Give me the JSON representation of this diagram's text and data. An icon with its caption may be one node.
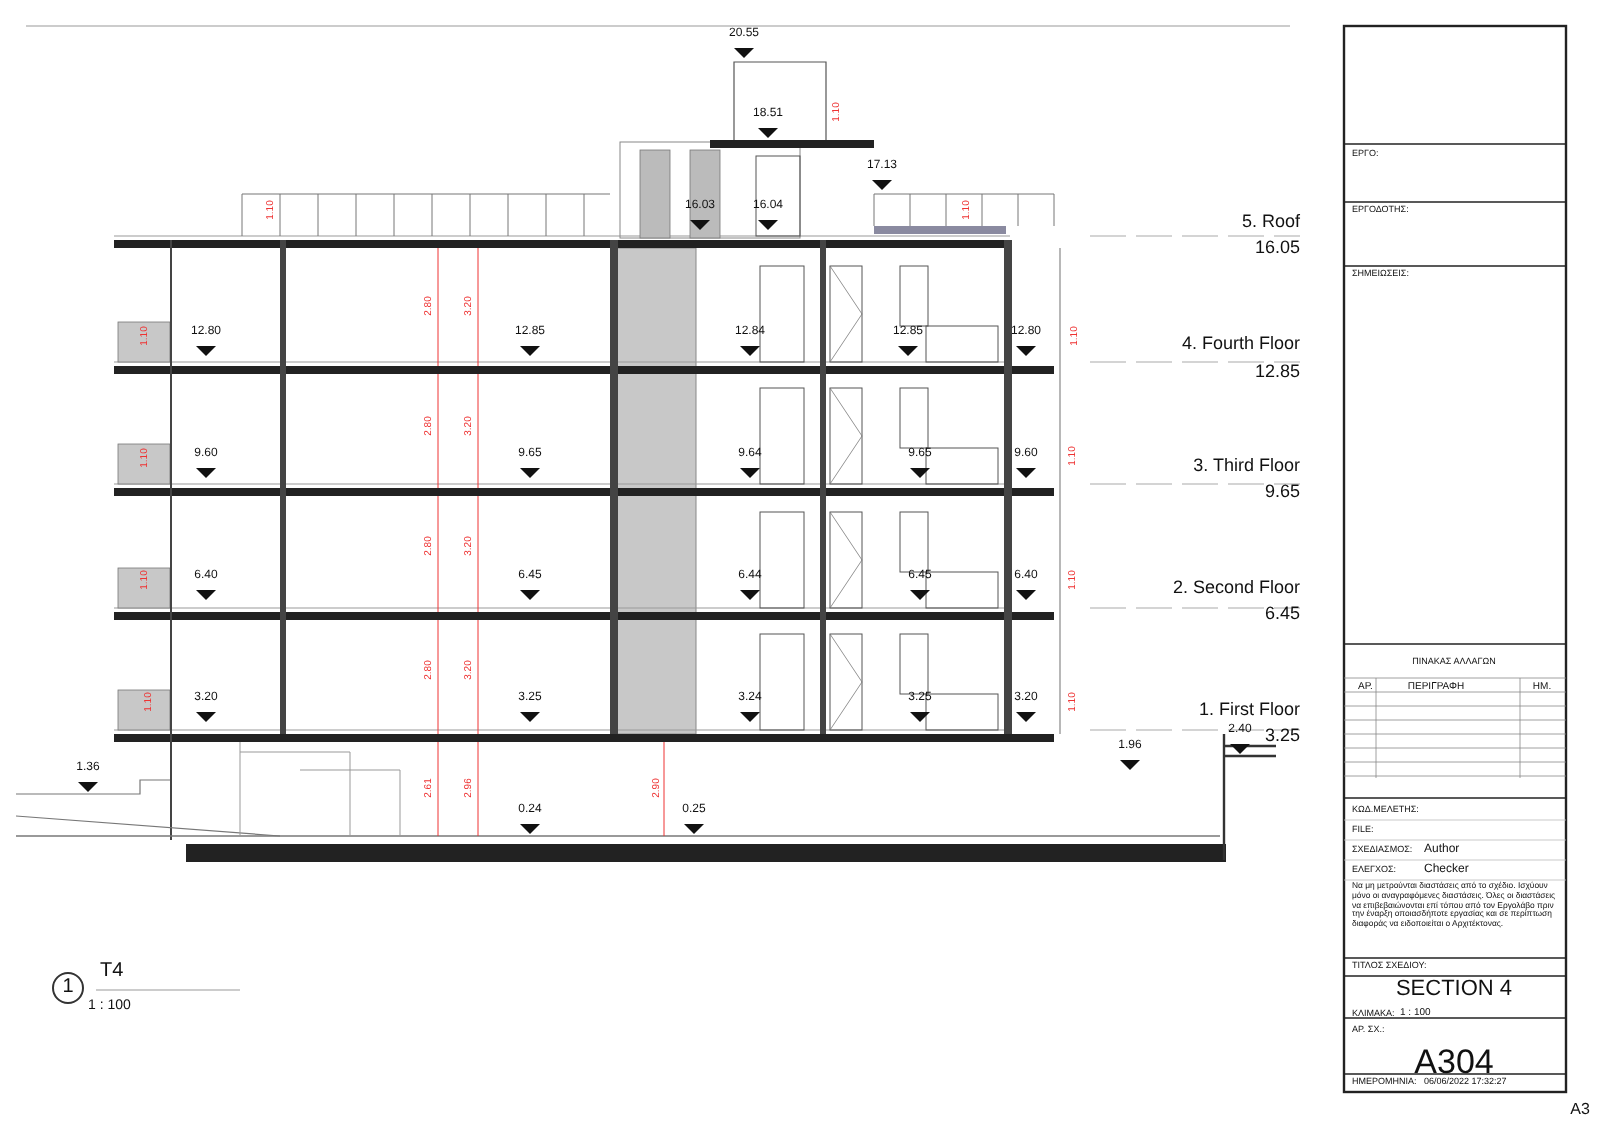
{
  "diagram": {
    "labels": [
      "20.55",
      "1.10",
      "18.51",
      "17.13",
      "1.10",
      "16.03",
      "16.04",
      "1.10",
      "5. Roof",
      "16.05",
      "2.80",
      "3.20",
      "1.10",
      "12.80",
      "12.85",
      "12.84",
      "12.85",
      "12.80",
      "1.10",
      "4. Fourth Floor",
      "12.85",
      "2.80",
      "3.20",
      "1.10",
      "9.60",
      "9.65",
      "9.64",
      "9.65",
      "9.60",
      "1.10",
      "3. Third Floor",
      "9.65",
      "2.80",
      "3.20",
      "1.10",
      "6.40",
      "6.45",
      "6.44",
      "6.45",
      "6.40",
      "1.10",
      "2. Second Floor",
      "6.45",
      "2.80",
      "3.20",
      "1.10",
      "3.20",
      "3.25",
      "3.24",
      "3.25",
      "3.20",
      "1.10",
      "1. First Floor",
      "2.40",
      "3.25",
      "1.36",
      "1.96",
      "2.61",
      "2.96",
      "2.90",
      "0.24",
      "0.25",
      "1",
      "T4",
      "1 : 100",
      "ΕΡΓΟ:",
      "ΕΡΓΟΔΟΤΗΣ:",
      "ΣΗΜΕΙΩΣΕΙΣ:",
      "ΠΙΝΑΚΑΣ ΑΛΛΑΓΩΝ",
      "ΑΡ.",
      "ΠΕΡΙΓΡΑΦΗ",
      "ΗΜ.",
      "ΚΩΔ.ΜΕΛΕΤΗΣ:",
      "FILE:",
      "ΣΧΕΔΙΑΣΜΟΣ:",
      "Author",
      "ΕΛΕΓΧΟΣ:",
      "Checker",
      "Να μη μετρούνται διαστάσεις από το σχέδιο. Ισχύουν μόνο οι αναγραφόμενες διαστάσεις. Όλες οι διαστάσεις να επιβεβαιώνονται επί τόπου από τον Εργολάβο πριν την έναρξη οποιασδήποτε εργασίας και σε περίπτωση διαφοράς να ειδοποιείται ο Αρχιτέκτονας.",
      "ΤΙΤΛΟΣ ΣΧΕΔΙΟΥ:",
      "SECTION 4",
      "ΚΛΙΜΑΚΑ:",
      "1 : 100",
      "ΑΡ. ΣΧ.:",
      "A304",
      "ΗΜΕΡΟΜΗΝΙΑ:",
      "06/06/2022 17:32:27",
      "A3"
    ]
  }
}
